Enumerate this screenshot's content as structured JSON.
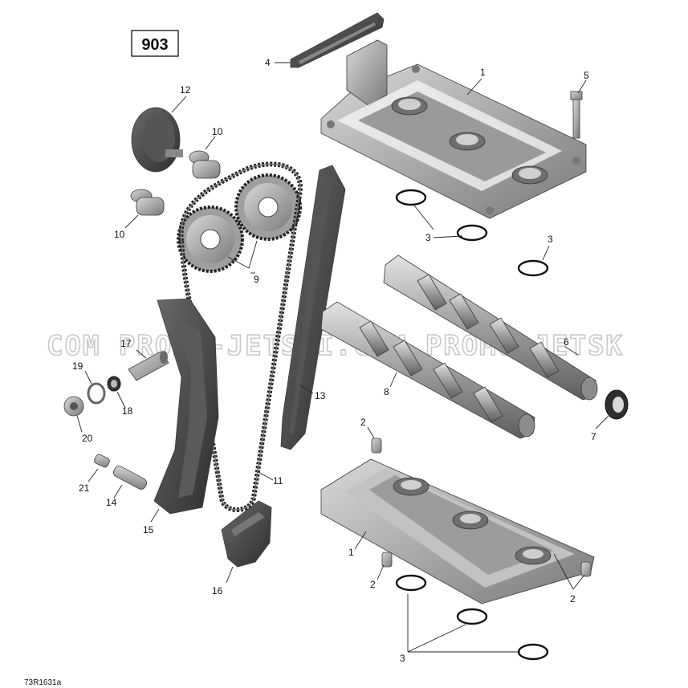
{
  "diagram": {
    "group_number": "903",
    "drawing_code": "73R1631a",
    "watermark": "COM PROMO-JETSKI.COM PROMO-JETSK",
    "callouts": {
      "c1a": "1",
      "c1b": "1",
      "c2a": "2",
      "c2b": "2",
      "c2c": "2",
      "c3a": "3",
      "c3b": "3",
      "c3c": "3",
      "c4": "4",
      "c5": "5",
      "c6": "6",
      "c7": "7",
      "c8": "8",
      "c9": "9",
      "c10a": "10",
      "c10b": "10",
      "c11": "11",
      "c12": "12",
      "c13": "13",
      "c14": "14",
      "c15": "15",
      "c16": "16",
      "c17": "17",
      "c18": "18",
      "c19": "19",
      "c20": "20",
      "c21": "21"
    }
  }
}
